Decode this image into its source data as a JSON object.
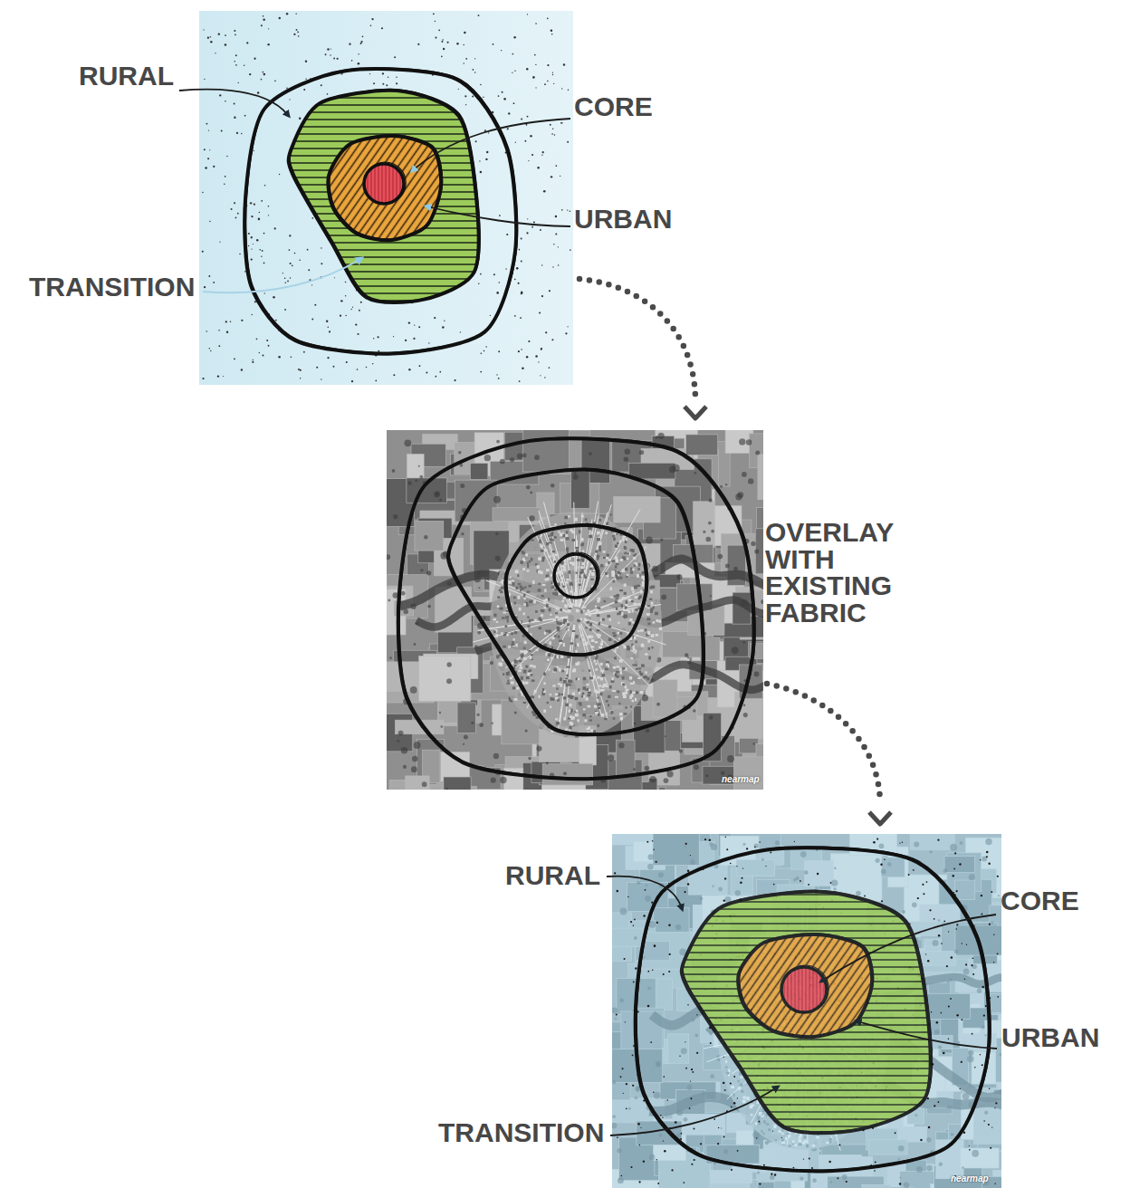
{
  "diagram": {
    "labels": [
      "RURAL",
      "CORE",
      "URBAN",
      "TRANSITION",
      "OVERLAY WITH EXISTING FABRIC",
      "nearmap",
      "RURAL",
      "CORE",
      "URBAN",
      "TRANSITION",
      "nearmap"
    ]
  }
}
